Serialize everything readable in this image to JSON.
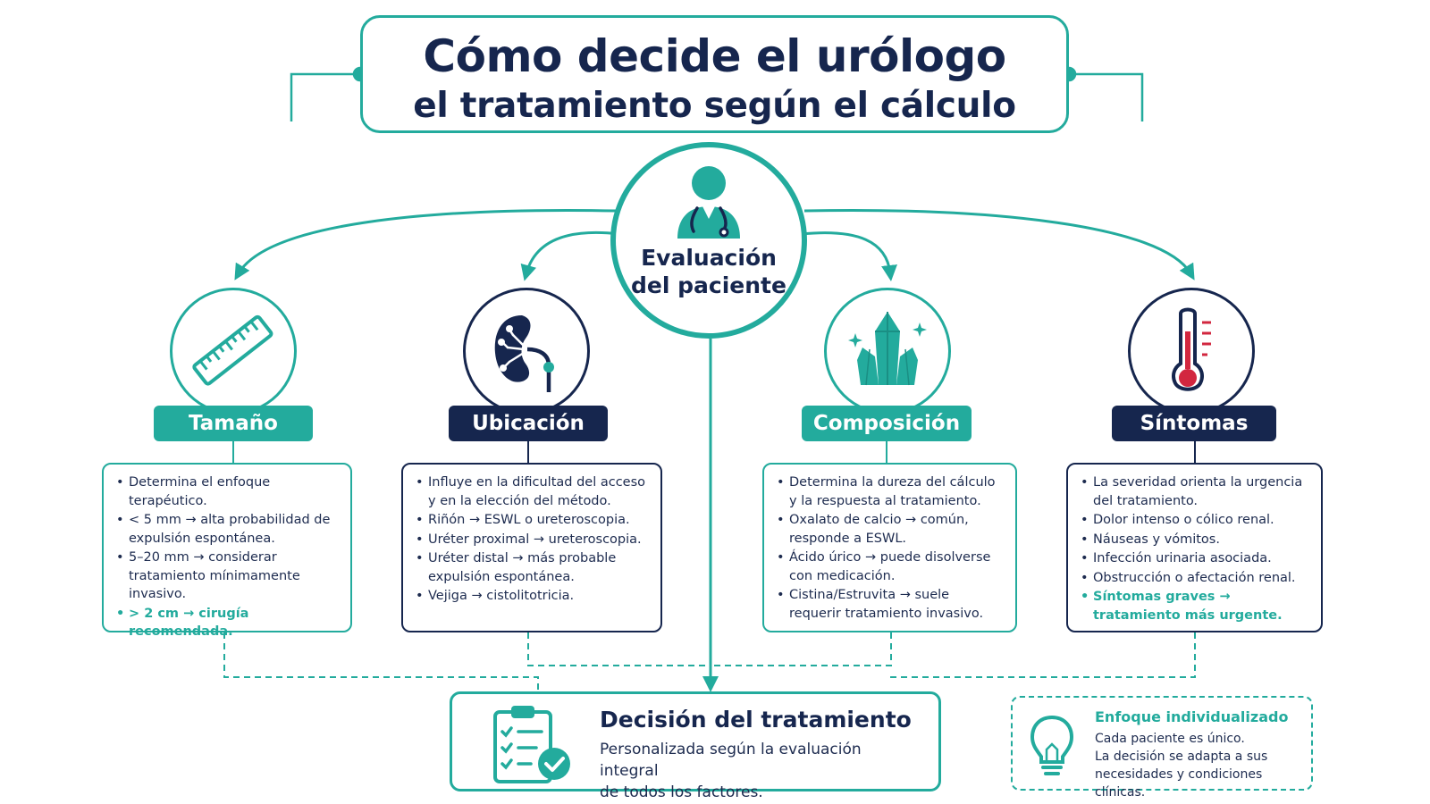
{
  "title": {
    "line1": "Cómo decide el urólogo",
    "line2": "el tratamiento según el cálculo"
  },
  "center": {
    "line1": "Evaluación",
    "line2": "del paciente",
    "icon": "doctor-icon"
  },
  "categories": [
    {
      "label": "Tamaño",
      "icon": "ruler-icon",
      "items": [
        "Determina el enfoque terapéutico.",
        "< 5 mm → alta probabilidad de expulsión espontánea.",
        "5–20 mm → considerar tratamiento mínimamente invasivo."
      ],
      "highlight": "> 2 cm → cirugía recomendada."
    },
    {
      "label": "Ubicación",
      "icon": "kidney-icon",
      "items": [
        "Influye en la dificultad del acceso y en la elección del método.",
        "Riñón → ESWL o ureteroscopia.",
        "Uréter proximal → ureteroscopia.",
        "Uréter distal → más probable expulsión espontánea.",
        "Vejiga → cistolitotricia."
      ],
      "highlight": ""
    },
    {
      "label": "Composición",
      "icon": "crystal-icon",
      "items": [
        "Determina la dureza del cálculo y la respuesta al tratamiento.",
        "Oxalato de calcio → común, responde a ESWL.",
        "Ácido úrico → puede disolverse con medicación.",
        "Cistina/Estruvita → suele requerir tratamiento invasivo."
      ],
      "highlight": ""
    },
    {
      "label": "Síntomas",
      "icon": "thermometer-icon",
      "items": [
        "La severidad orienta la urgencia del tratamiento.",
        "Dolor intenso o cólico renal.",
        "Náuseas y vómitos.",
        "Infección urinaria asociada.",
        "Obstrucción o afectación renal."
      ],
      "highlight": "Síntomas graves → tratamiento más urgente."
    }
  ],
  "decision": {
    "title": "Decisión del tratamiento",
    "line1": "Personalizada según la evaluación integral",
    "line2": "de todos los factores.",
    "icon": "clipboard-check-icon"
  },
  "tip": {
    "title": "Enfoque individualizado",
    "line1": "Cada paciente es único.",
    "line2": "La decisión se adapta a sus",
    "line3": "necesidades y condiciones clínicas.",
    "icon": "lightbulb-icon"
  },
  "colors": {
    "teal": "#23ab9d",
    "navy": "#16264e",
    "red": "#d2273f"
  }
}
